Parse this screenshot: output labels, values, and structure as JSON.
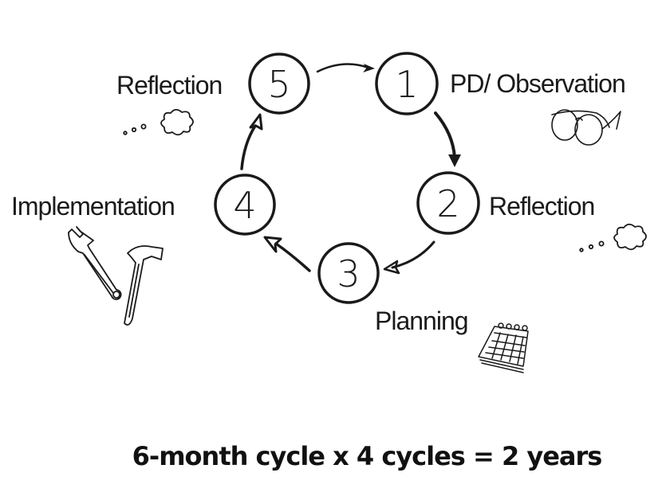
{
  "diagram": {
    "steps": [
      {
        "number": "1",
        "label": "PD/ Observation",
        "icon": "glasses-icon"
      },
      {
        "number": "2",
        "label": "Reflection",
        "icon": "thought-cloud-icon"
      },
      {
        "number": "3",
        "label": "Planning",
        "icon": "calendar-icon"
      },
      {
        "number": "4",
        "label": "Implementation",
        "icon": "tools-icon"
      },
      {
        "number": "5",
        "label": "Reflection",
        "icon": "thought-cloud-icon"
      }
    ],
    "footer": "6-month cycle x 4 cycles = 2 years"
  },
  "colors": {
    "ink": "#1a1a1a",
    "background": "#ffffff"
  }
}
